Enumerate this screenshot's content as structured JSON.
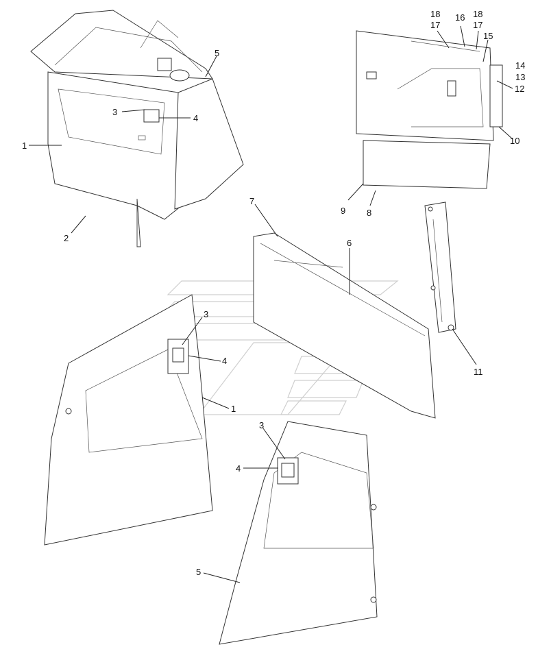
{
  "callouts": [
    {
      "id": "c1a",
      "text": "1"
    },
    {
      "id": "c2",
      "text": "2"
    },
    {
      "id": "c3a",
      "text": "3"
    },
    {
      "id": "c4a",
      "text": "4"
    },
    {
      "id": "c5a",
      "text": "5"
    },
    {
      "id": "c18a",
      "text": "18"
    },
    {
      "id": "c17a",
      "text": "17"
    },
    {
      "id": "c16",
      "text": "16"
    },
    {
      "id": "c18b",
      "text": "18"
    },
    {
      "id": "c17b",
      "text": "17"
    },
    {
      "id": "c15",
      "text": "15"
    },
    {
      "id": "c14",
      "text": "14"
    },
    {
      "id": "c13",
      "text": "13"
    },
    {
      "id": "c12",
      "text": "12"
    },
    {
      "id": "c10",
      "text": "10"
    },
    {
      "id": "c9",
      "text": "9"
    },
    {
      "id": "c8",
      "text": "8"
    },
    {
      "id": "c7",
      "text": "7"
    },
    {
      "id": "c6",
      "text": "6"
    },
    {
      "id": "c11",
      "text": "11"
    },
    {
      "id": "c3b",
      "text": "3"
    },
    {
      "id": "c4b",
      "text": "4"
    },
    {
      "id": "c1b",
      "text": "1"
    },
    {
      "id": "c3c",
      "text": "3"
    },
    {
      "id": "c4c",
      "text": "4"
    },
    {
      "id": "c5b",
      "text": "5"
    }
  ],
  "colors": {
    "ink": "#222222",
    "watermark": "#cfcfcf",
    "background": "#ffffff"
  }
}
